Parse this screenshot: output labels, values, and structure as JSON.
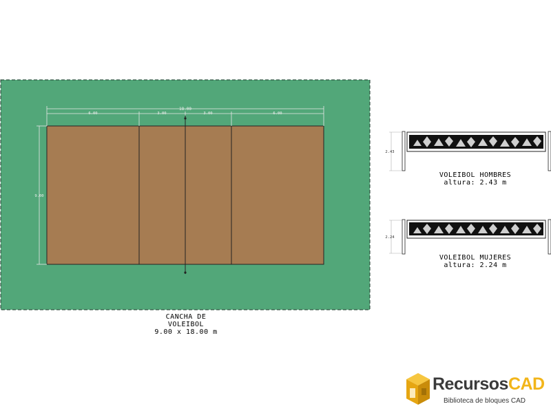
{
  "court": {
    "field_color": "#52a779",
    "court_color": "#a67c52",
    "dim_total": "18.00",
    "dim_segments": [
      "6.00",
      "3.00",
      "3.00",
      "6.00"
    ],
    "dim_width": "9.00",
    "title_line1": "CANCHA DE",
    "title_line2": "VOLEIBOL",
    "title_line3": "9.00 x 18.00 m"
  },
  "net_men": {
    "height_dim": "2.43",
    "title": "VOLEIBOL HOMBRES",
    "subtitle": "altura:  2.43  m"
  },
  "net_women": {
    "height_dim": "2.24",
    "title": "VOLEIBOL MUJERES",
    "subtitle": "altura:  2.24  m"
  },
  "brand": {
    "name_part1": "Recursos",
    "name_part2": "CAD",
    "tagline": "Biblioteca de bloques CAD",
    "accent": "#f2b51a",
    "dark": "#3a3a3a"
  }
}
